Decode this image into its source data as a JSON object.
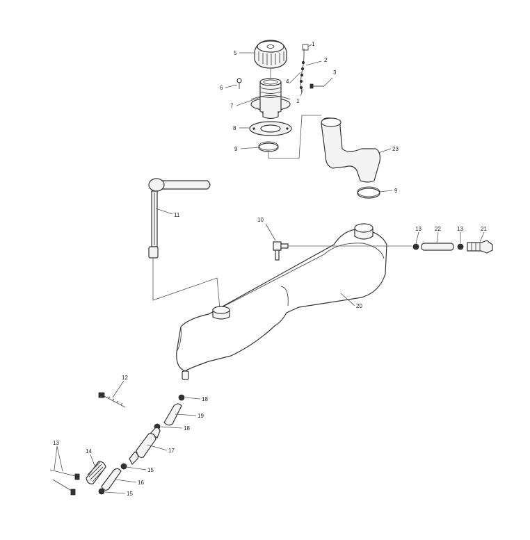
{
  "callouts": {
    "c1a": "1",
    "c2": "2",
    "c3": "3",
    "c4": "4",
    "c1b": "1",
    "c5": "5",
    "c6": "6",
    "c7": "7",
    "c8": "8",
    "c9a": "9",
    "c23": "23",
    "c9b": "9",
    "c11": "11",
    "c10": "10",
    "c13a": "13",
    "c22": "22",
    "c13b": "13",
    "c21": "21",
    "c20": "20",
    "c12": "12",
    "c18a": "18",
    "c19": "19",
    "c18b": "18",
    "c17": "17",
    "c13c": "13",
    "c14": "14",
    "c15a": "15",
    "c16": "16",
    "c15b": "15"
  }
}
